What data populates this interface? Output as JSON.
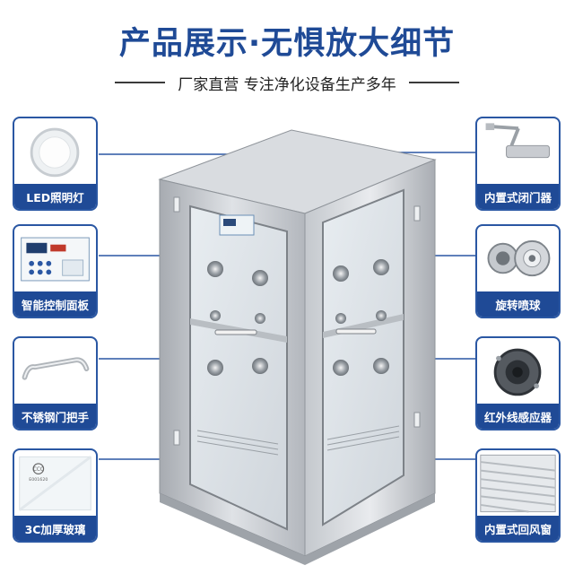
{
  "header": {
    "title": "产品展示·无惧放大细节",
    "subtitle": "厂家直营 专注净化设备生产多年"
  },
  "features_left": [
    {
      "label": "LED照明灯",
      "icon": "led-light-icon"
    },
    {
      "label": "智能控制面板",
      "icon": "control-panel-icon"
    },
    {
      "label": "不锈钢门把手",
      "icon": "door-handle-icon"
    },
    {
      "label": "3C加厚玻璃",
      "icon": "glass-icon"
    }
  ],
  "features_right": [
    {
      "label": "内置式闭门器",
      "icon": "door-closer-icon"
    },
    {
      "label": "旋转喷球",
      "icon": "nozzle-icon"
    },
    {
      "label": "红外线感应器",
      "icon": "infrared-sensor-icon"
    },
    {
      "label": "内置式回风窗",
      "icon": "return-air-window-icon"
    }
  ],
  "glass_mark": "E001620",
  "colors": {
    "brand_blue": "#1f4a96",
    "card_border": "#2a57a3",
    "steel": "#c9ccd1"
  }
}
